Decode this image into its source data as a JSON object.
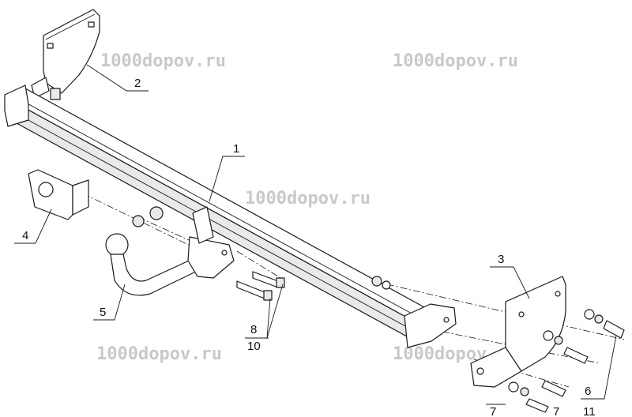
{
  "watermarks": [
    "1000dopov.ru",
    "1000dopov.ru",
    "1000dopov.ru",
    "1000dopov.ru",
    "1000dopov.ru"
  ],
  "callouts": [
    "1",
    "2",
    "3",
    "4",
    "5",
    "6",
    "7",
    "7",
    "8",
    "10",
    "11"
  ]
}
